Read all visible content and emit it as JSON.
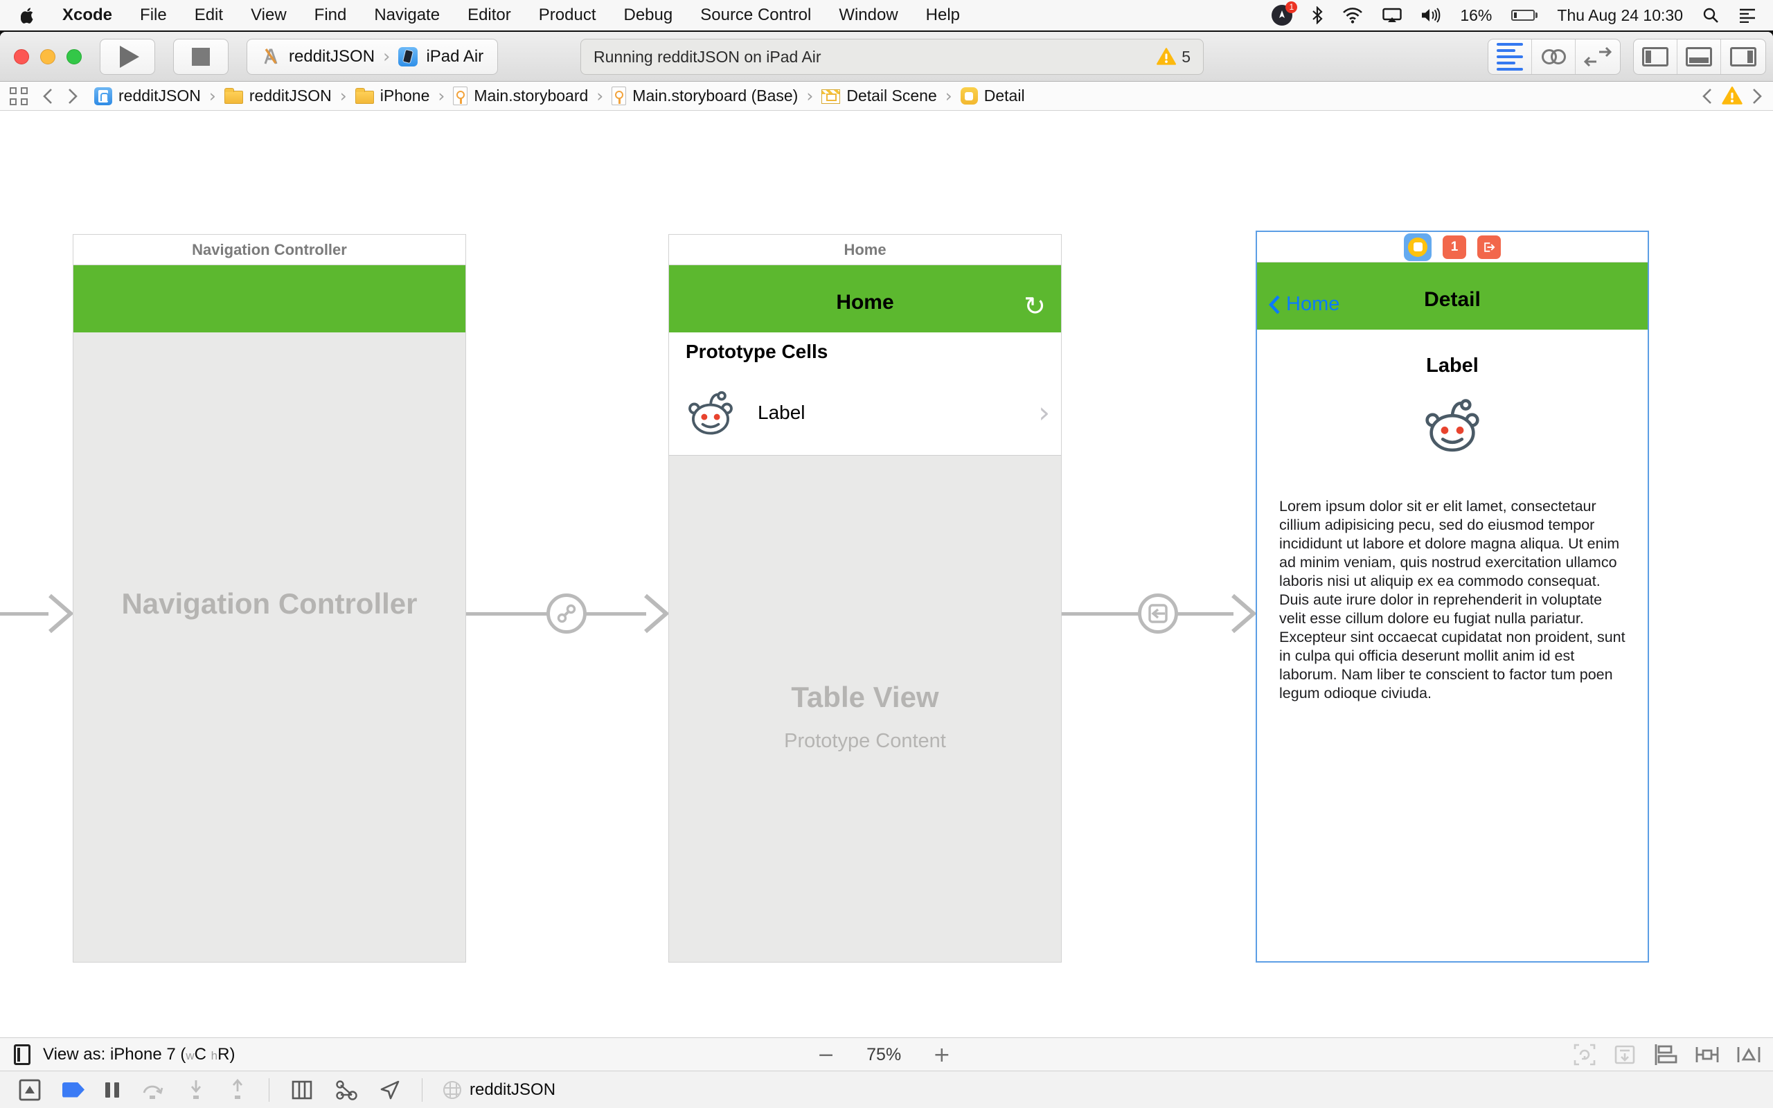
{
  "menu_bar": {
    "app_menu": "Xcode",
    "items": [
      "File",
      "Edit",
      "View",
      "Find",
      "Navigate",
      "Editor",
      "Product",
      "Debug",
      "Source Control",
      "Window",
      "Help"
    ],
    "status": {
      "notification_badge": "1",
      "battery_percent": "16%",
      "clock": "Thu Aug 24 10:30"
    }
  },
  "toolbar": {
    "scheme_name": "redditJSON",
    "run_destination": "iPad Air",
    "activity_message": "Running redditJSON on iPad Air",
    "warning_count": "5"
  },
  "jump_bar": {
    "crumbs": [
      "redditJSON",
      "redditJSON",
      "iPhone",
      "Main.storyboard",
      "Main.storyboard (Base)",
      "Detail Scene",
      "Detail"
    ]
  },
  "storyboard": {
    "navigation_scene": {
      "dock_title": "Navigation Controller",
      "placeholder_title": "Navigation Controller"
    },
    "home_scene": {
      "dock_title": "Home",
      "nav_title": "Home",
      "section_header": "Prototype Cells",
      "cell_label": "Label",
      "placeholder_title": "Table View",
      "placeholder_subtitle": "Prototype Content"
    },
    "detail_scene": {
      "first_responder_badge": "1",
      "back_button": "Home",
      "nav_title": "Detail",
      "label_text": "Label",
      "body_text": "Lorem ipsum dolor sit er elit lamet, consectetaur cillium adipisicing pecu, sed do eiusmod tempor incididunt ut labore et dolore magna aliqua. Ut enim ad minim veniam, quis nostrud exercitation ullamco laboris nisi ut aliquip ex ea commodo consequat. Duis aute irure dolor in reprehenderit in voluptate velit esse cillum dolore eu fugiat nulla pariatur. Excepteur sint occaecat cupidatat non proident, sunt in culpa qui officia deserunt mollit anim id est laborum. Nam liber te conscient to factor tum poen legum odioque civiuda."
    }
  },
  "device_bar": {
    "view_as": "View as: iPhone 7 (",
    "w": "w",
    "c": "C",
    "h": "h",
    "r": "R",
    "close": ")",
    "zoom_out": "−",
    "zoom_level": "75%",
    "zoom_in": "+"
  },
  "debug_bar": {
    "process_name": "redditJSON"
  },
  "glyphs": {
    "crumb_sep": "›",
    "scheme_sep": "›",
    "refresh": "↻",
    "cell_chevron": "›"
  },
  "colors": {
    "nav_bar_green": "#5CB82F",
    "ios_blue": "#0A7AFF",
    "selection_blue": "#5C9EE5",
    "warning_yellow": "#FDB90D",
    "folder_yellow": "#F7C445",
    "snoo_outline": "#4A5A66",
    "snoo_red": "#E8432E",
    "breakpoint_blue": "#3B7BF5",
    "editor_lines_blue": "#3478F0",
    "segue_gray": "#BABABA"
  }
}
